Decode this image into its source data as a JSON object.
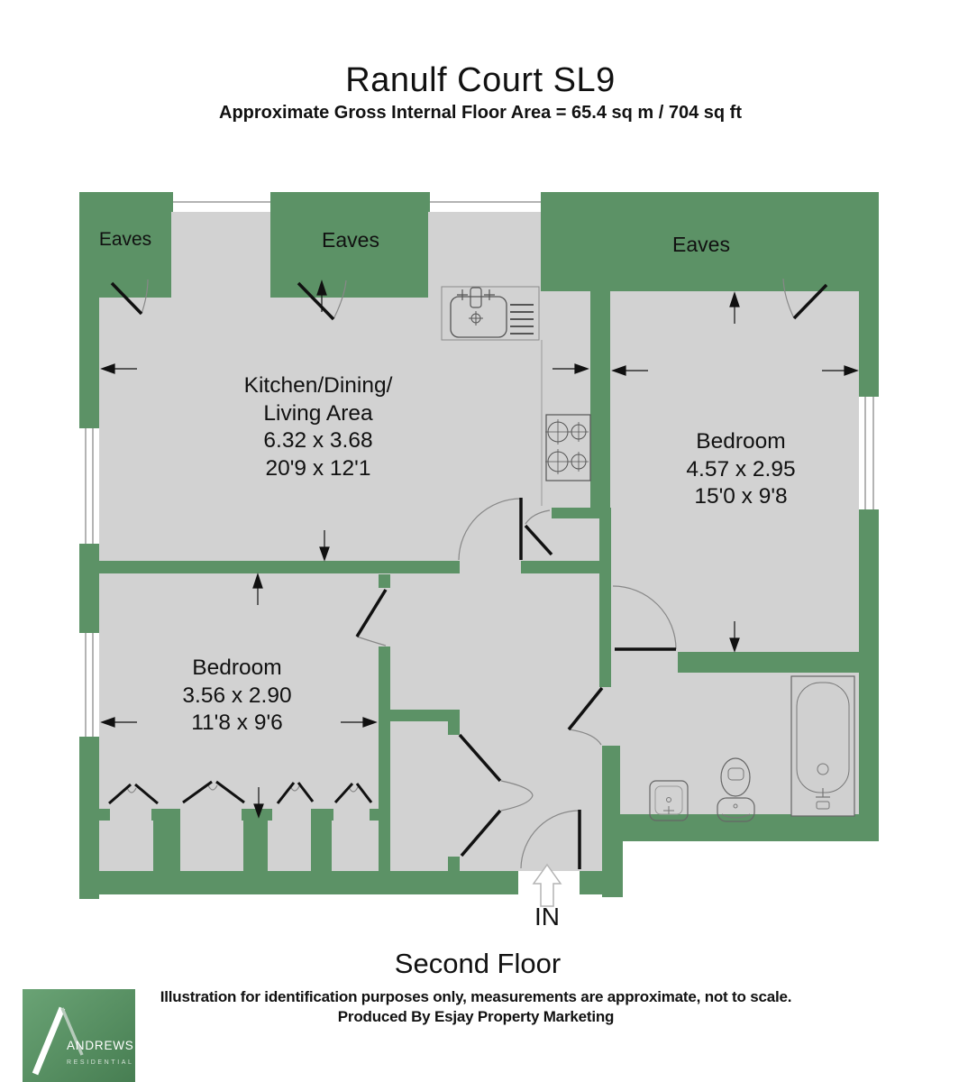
{
  "header": {
    "title": "Ranulf Court SL9",
    "subtitle": "Approximate Gross Internal Floor Area = 65.4 sq m / 704 sq ft"
  },
  "plan": {
    "eaves_left_label": "Eaves",
    "eaves_middle_label": "Eaves",
    "eaves_right_label": "Eaves",
    "kitchen": {
      "name_line1": "Kitchen/Dining/",
      "name_line2": "Living Area",
      "size_metric": "6.32 x 3.68",
      "size_imperial": "20'9 x 12'1"
    },
    "bedroom_right": {
      "name": "Bedroom",
      "size_metric": "4.57 x 2.95",
      "size_imperial": "15'0 x 9'8"
    },
    "bedroom_left": {
      "name": "Bedroom",
      "size_metric": "3.56 x 2.90",
      "size_imperial": "11'8 x 9'6"
    },
    "entrance_label": "IN"
  },
  "floor_label": "Second Floor",
  "footer": {
    "disclaimer": "Illustration for identification purposes only, measurements are approximate, not to scale.",
    "produced_by": "Produced By Esjay Property Marketing",
    "logo": {
      "name": "ANDREWS",
      "tagline": "RESIDENTIAL"
    }
  },
  "colors": {
    "wall_green": "#5C9266",
    "floor_gray": "#D2D2D2"
  }
}
